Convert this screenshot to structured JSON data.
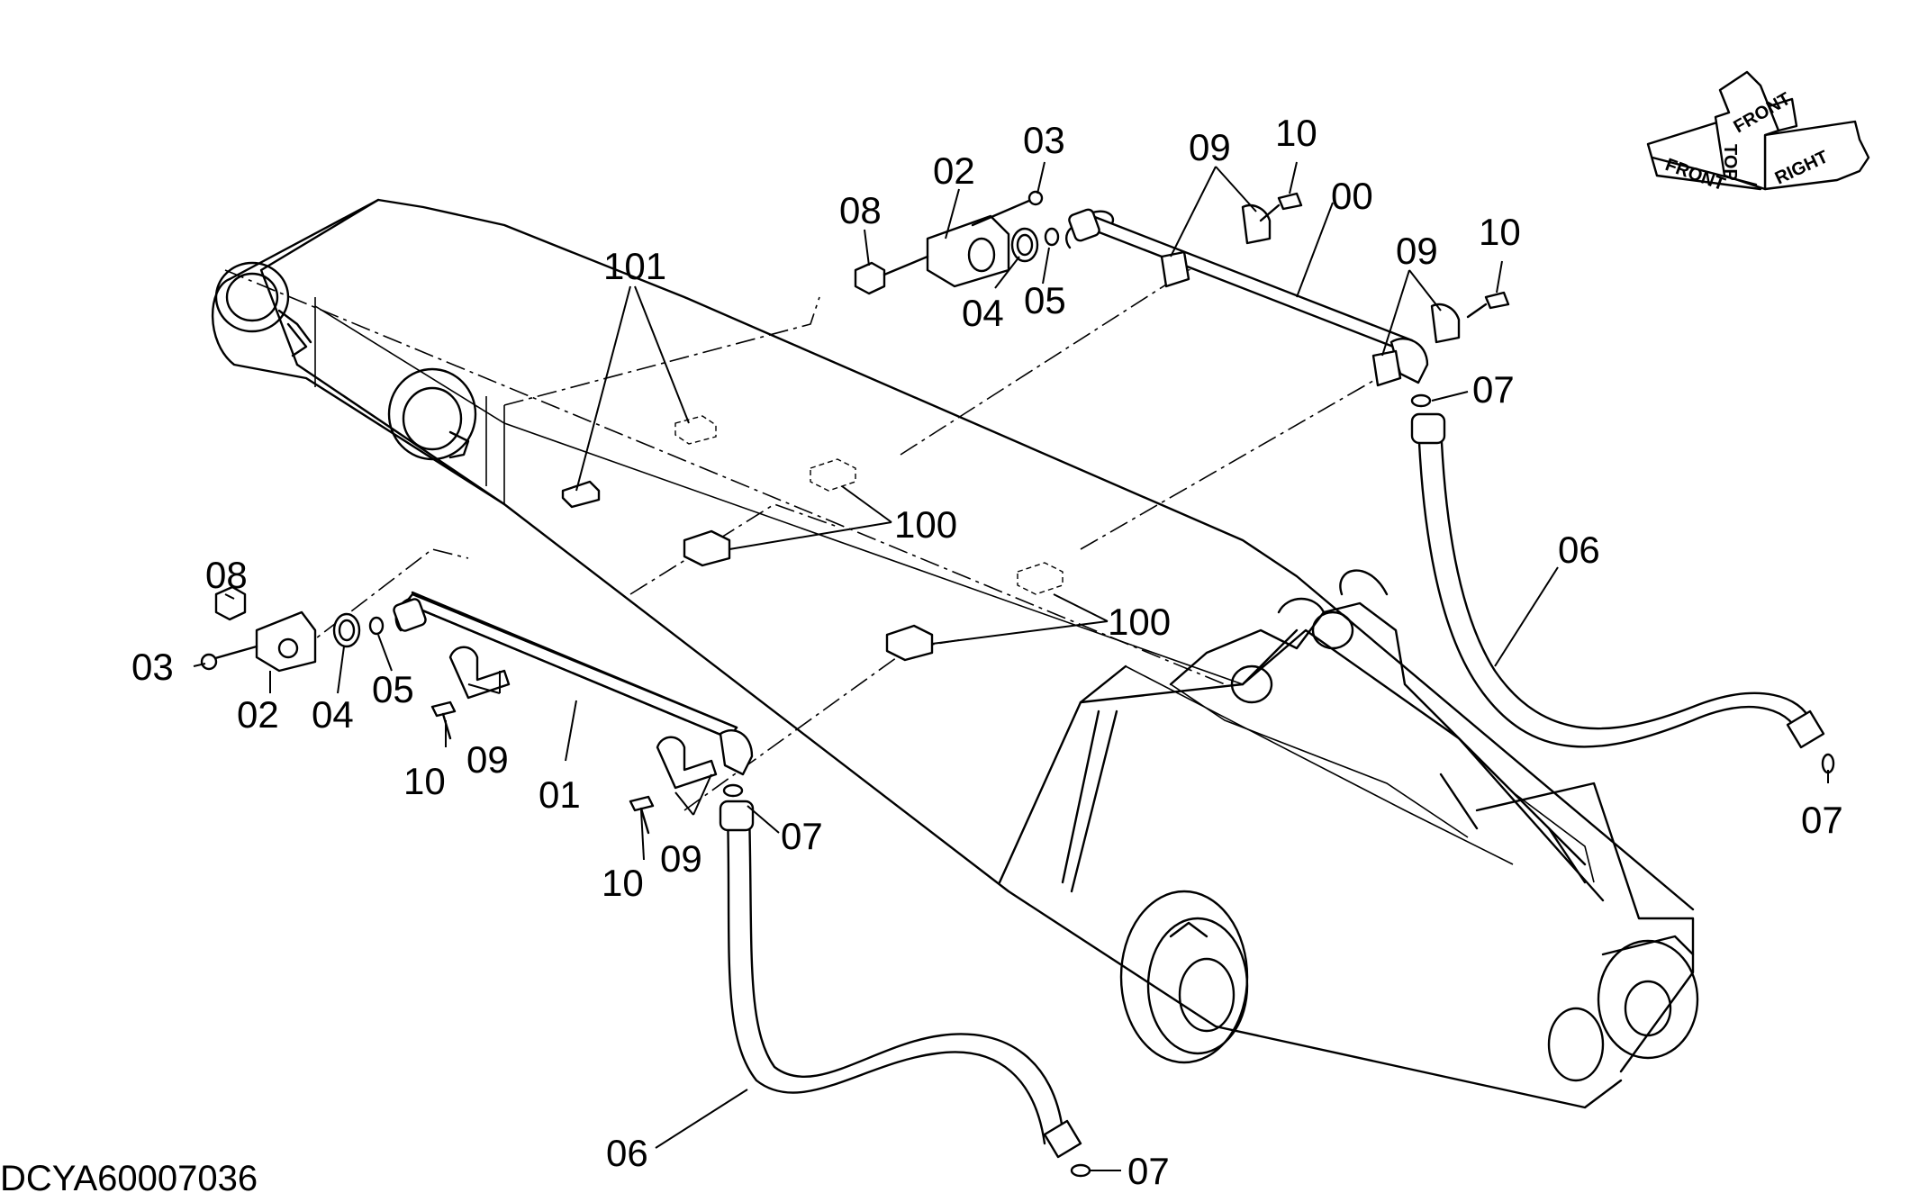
{
  "diagram": {
    "code": "DCYA60007036",
    "direction": {
      "front": "FRONT",
      "top": "TOP",
      "right": "RIGHT"
    },
    "callouts": {
      "p00": "00",
      "p01": "01",
      "p02a": "02",
      "p02b": "02",
      "p03a": "03",
      "p03b": "03",
      "p04a": "04",
      "p04b": "04",
      "p05a": "05",
      "p05b": "05",
      "p06a": "06",
      "p06b": "06",
      "p07a": "07",
      "p07b": "07",
      "p07c": "07",
      "p07d": "07",
      "p08a": "08",
      "p08b": "08",
      "p09a": "09",
      "p09b": "09",
      "p09c": "09",
      "p09d": "09",
      "p10a": "10",
      "p10b": "10",
      "p10c": "10",
      "p10d": "10",
      "p100a": "100",
      "p100b": "100",
      "p101": "101"
    }
  }
}
